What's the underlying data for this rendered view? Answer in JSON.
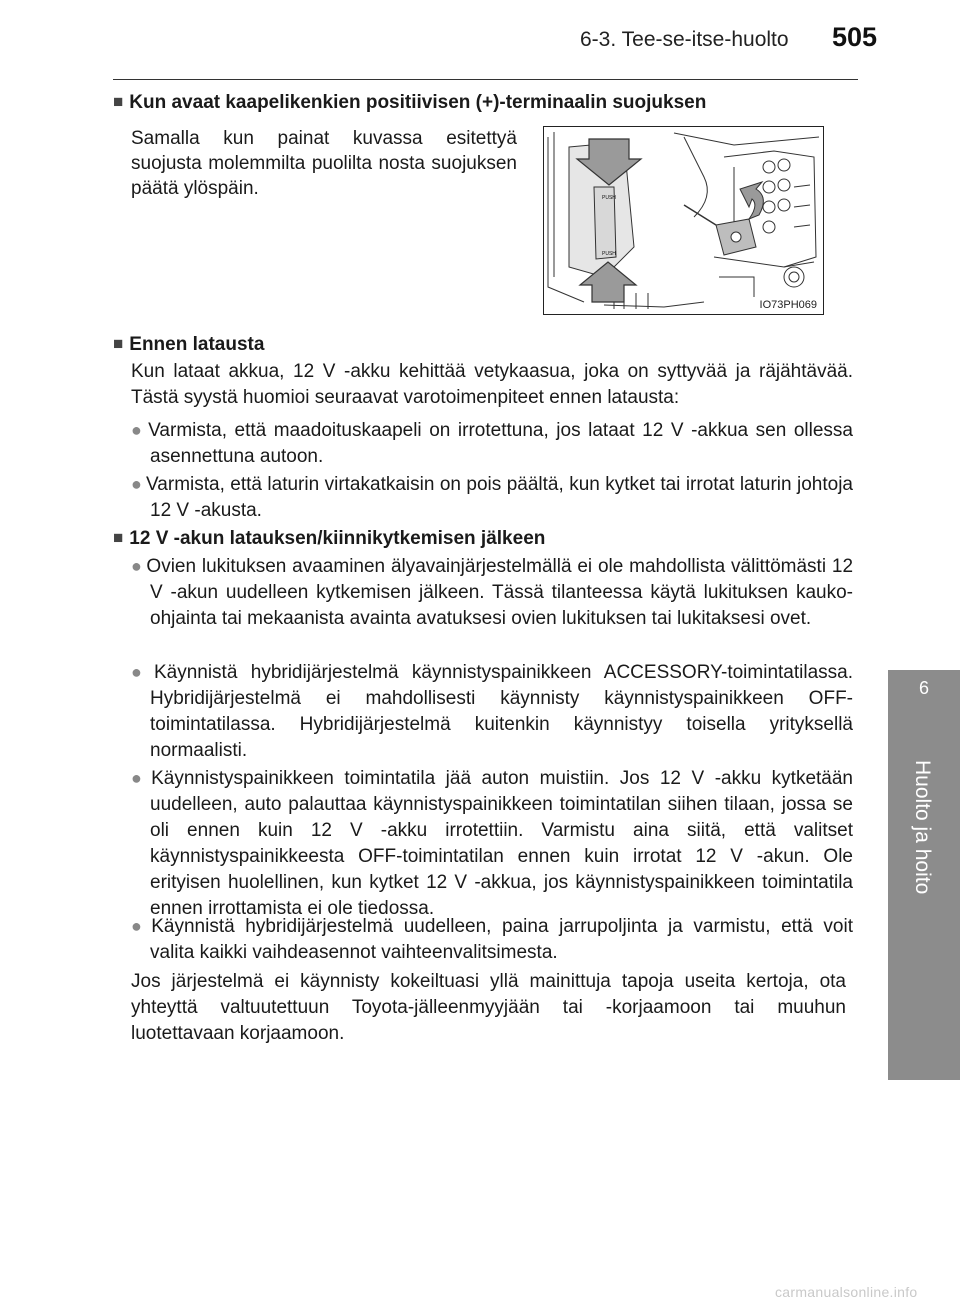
{
  "header": {
    "section": "6-3. Tee-se-itse-huolto",
    "page_number": "505"
  },
  "side_tab": {
    "chapter_number": "6",
    "chapter_title": "Huolto ja hoito"
  },
  "section_cover": {
    "heading": "Kun avaat kaapelikenkien positiivisen (+)-terminaalin suojuksen",
    "text": "Samalla kun painat kuvassa esitettyä suojusta molemmilta puolilta nosta suojuksen päätä ylöspäin.",
    "figure_id": "IO73PH069",
    "figure_labels": [
      "PUSH",
      "PUSH"
    ]
  },
  "section_before": {
    "heading": "Ennen latausta",
    "intro": "Kun lataat akkua, 12 V -akku kehittää vetykaasua, joka on syttyvää ja räjähtävää. Tästä syystä huomioi seuraavat varotoimenpiteet ennen latausta:",
    "bullets": [
      "Varmista, että maadoituskaapeli on irrotettuna, jos lataat 12 V -akkua sen ollessa asennettuna autoon.",
      "Varmista, että laturin virtakatkaisin on pois päältä, kun kytket tai irrotat laturin johtoja 12 V -akusta."
    ]
  },
  "section_after": {
    "heading": "12 V -akun latauksen/kiinnikytkemisen jälkeen",
    "bullets": [
      "Ovien lukituksen avaaminen älyavainjärjestelmällä ei ole mahdollista välittömästi 12 V -akun uudelleen kytkemisen jälkeen. Tässä tilanteessa käytä lukituksen kauko-ohjainta tai mekaanista avainta avatuksesi ovien lukituksen tai lukitaksesi ovet.",
      "Käynnistä hybridijärjestelmä käynnistyspainikkeen ACCESSORY-toimintatilassa. Hybridijärjestelmä ei mahdollisesti käynnisty käynnistyspainikkeen OFF-toimintatilassa. Hybridijärjestelmä kuitenkin käynnistyy toisella yrityksellä normaalisti.",
      "Käynnistyspainikkeen toimintatila jää auton muistiin. Jos 12 V -akku kytketään uudelleen, auto palauttaa käynnistyspainikkeen toimintatilan siihen tilaan, jossa se oli ennen kuin 12 V -akku irrotettiin. Varmistu aina siitä, että valitset käynnistyspainikkeesta OFF-toimintatilan ennen kuin irrotat 12 V -akun. Ole erityisen huolellinen, kun kytket 12 V -akkua, jos käynnistyspainikkeen toimintatila ennen irrottamista ei ole tiedossa.",
      "Käynnistä hybridijärjestelmä uudelleen, paina jarrupoljinta ja varmistu, että voit valita kaikki vaihdeasennot vaihteenvalitsimesta."
    ],
    "closing": "Jos järjestelmä ei käynnisty kokeiltuasi yllä mainittuja tapoja useita kertoja, ota yhteyttä valtuutettuun Toyota-jälleenmyyjään tai -korjaamoon tai muuhun luotettavaan korjaamoon."
  },
  "watermark": "carmanualsonline.info"
}
